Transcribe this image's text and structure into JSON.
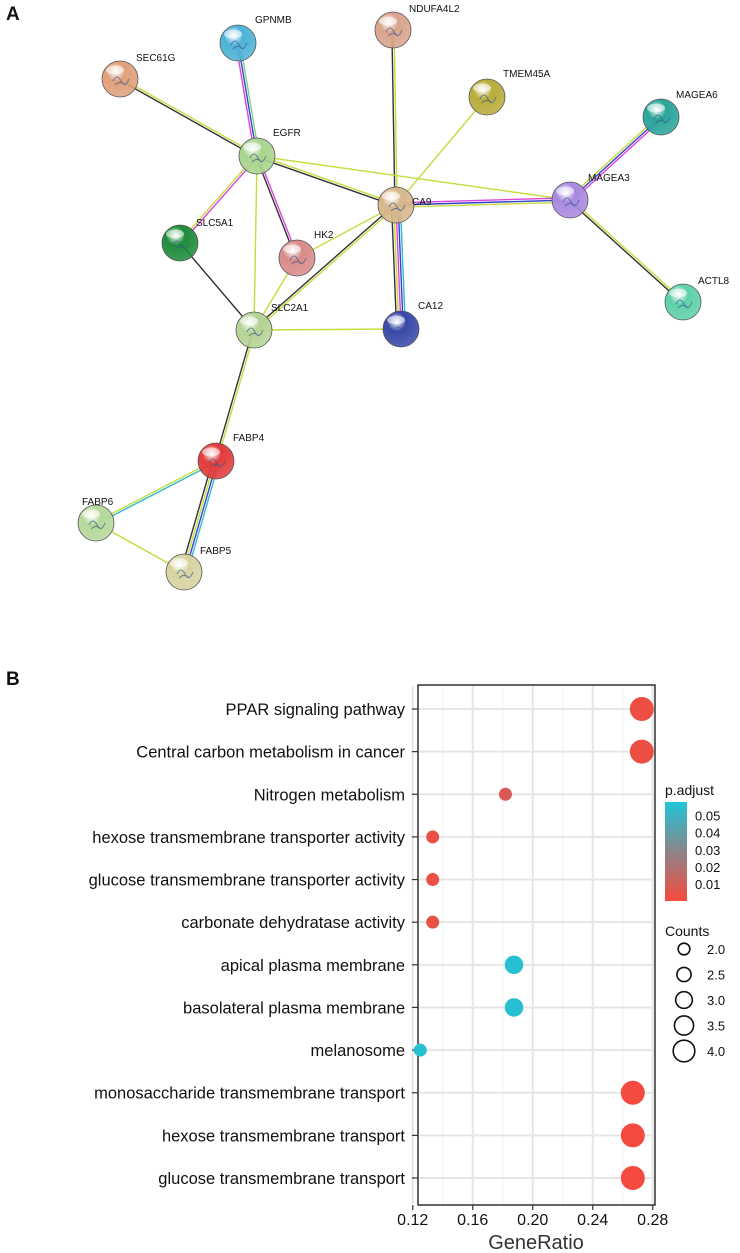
{
  "panel_a": {
    "label": "A",
    "nodes": [
      {
        "id": "GPNMB",
        "label": "GPNMB",
        "color": "#4db3d6"
      },
      {
        "id": "NDUFA4L2",
        "label": "NDUFA4L2",
        "color": "#d9a48c"
      },
      {
        "id": "SEC61G",
        "label": "SEC61G",
        "color": "#e0a07a"
      },
      {
        "id": "TMEM45A",
        "label": "TMEM45A",
        "color": "#b8ac3a"
      },
      {
        "id": "MAGEA6",
        "label": "MAGEA6",
        "color": "#2aa59a"
      },
      {
        "id": "EGFR",
        "label": "EGFR",
        "color": "#a9d58f"
      },
      {
        "id": "CA9",
        "label": "CA9",
        "color": "#d8b78c"
      },
      {
        "id": "MAGEA3",
        "label": "MAGEA3",
        "color": "#a98ae0"
      },
      {
        "id": "SLC5A1",
        "label": "SLC5A1",
        "color": "#1e8c3a"
      },
      {
        "id": "HK2",
        "label": "HK2",
        "color": "#d98a8a"
      },
      {
        "id": "SLC2A1",
        "label": "SLC2A1",
        "color": "#b5d395"
      },
      {
        "id": "CA12",
        "label": "CA12",
        "color": "#3848a8"
      },
      {
        "id": "ACTL8",
        "label": "ACTL8",
        "color": "#5fd0a8"
      },
      {
        "id": "FABP4",
        "label": "FABP4",
        "color": "#e33b3b"
      },
      {
        "id": "FABP6",
        "label": "FABP6",
        "color": "#b5d89a"
      },
      {
        "id": "FABP5",
        "label": "FABP5",
        "color": "#d8d3a0"
      }
    ],
    "edges": [
      {
        "from": "GPNMB",
        "to": "EGFR",
        "colors": [
          "#7fd17f",
          "#3344cc",
          "#dd44dd"
        ]
      },
      {
        "from": "SEC61G",
        "to": "EGFR",
        "colors": [
          "#c6dc3c",
          "#333333"
        ]
      },
      {
        "from": "NDUFA4L2",
        "to": "CA9",
        "colors": [
          "#c6dc3c",
          "#333333"
        ]
      },
      {
        "from": "TMEM45A",
        "to": "CA9",
        "colors": [
          "#c6dc3c"
        ]
      },
      {
        "from": "EGFR",
        "to": "CA9",
        "colors": [
          "#c6dc3c",
          "#333333"
        ]
      },
      {
        "from": "EGFR",
        "to": "MAGEA3",
        "colors": [
          "#c6dc3c"
        ]
      },
      {
        "from": "EGFR",
        "to": "SLC5A1",
        "colors": [
          "#dd44dd",
          "#c6dc3c"
        ]
      },
      {
        "from": "EGFR",
        "to": "HK2",
        "colors": [
          "#dd44dd",
          "#333333"
        ]
      },
      {
        "from": "EGFR",
        "to": "SLC2A1",
        "colors": [
          "#c6dc3c"
        ]
      },
      {
        "from": "CA9",
        "to": "MAGEA3",
        "colors": [
          "#dd44dd",
          "#3344cc",
          "#c6dc3c"
        ]
      },
      {
        "from": "MAGEA6",
        "to": "MAGEA3",
        "colors": [
          "#dd44dd",
          "#3344cc",
          "#c6dc3c"
        ]
      },
      {
        "from": "MAGEA3",
        "to": "ACTL8",
        "colors": [
          "#c6dc3c",
          "#333333"
        ]
      },
      {
        "from": "CA9",
        "to": "CA12",
        "colors": [
          "#33bbcc",
          "#3344cc",
          "#dd44dd",
          "#c6dc3c",
          "#333333"
        ]
      },
      {
        "from": "CA9",
        "to": "HK2",
        "colors": [
          "#c6dc3c"
        ]
      },
      {
        "from": "CA9",
        "to": "SLC2A1",
        "colors": [
          "#c6dc3c",
          "#333333"
        ]
      },
      {
        "from": "HK2",
        "to": "SLC2A1",
        "colors": [
          "#c6dc3c"
        ]
      },
      {
        "from": "SLC5A1",
        "to": "SLC2A1",
        "colors": [
          "#333333"
        ]
      },
      {
        "from": "SLC2A1",
        "to": "CA12",
        "colors": [
          "#c6dc3c"
        ]
      },
      {
        "from": "SLC2A1",
        "to": "FABP4",
        "colors": [
          "#c6dc3c",
          "#333333"
        ]
      },
      {
        "from": "FABP4",
        "to": "FABP6",
        "colors": [
          "#33bbcc",
          "#c6dc3c"
        ]
      },
      {
        "from": "FABP4",
        "to": "FABP5",
        "colors": [
          "#33bbcc",
          "#3344cc",
          "#c6dc3c",
          "#333333"
        ]
      },
      {
        "from": "FABP6",
        "to": "FABP5",
        "colors": [
          "#c6dc3c"
        ]
      }
    ]
  },
  "panel_b": {
    "label": "B",
    "chart_data": {
      "type": "scatter",
      "xlabel": "GeneRatio",
      "xlim": [
        0.12,
        0.28
      ],
      "xticks": [
        0.12,
        0.16,
        0.2,
        0.24,
        0.28
      ],
      "xtick_labels": [
        "0.12",
        "0.16",
        "0.20",
        "0.24",
        "0.28"
      ],
      "grid": true,
      "terms": [
        {
          "label": "PPAR signaling pathway",
          "gene_ratio": 0.2727,
          "count": 4,
          "p_adjust": 0.003
        },
        {
          "label": "Central carbon metabolism in cancer",
          "gene_ratio": 0.2727,
          "count": 4,
          "p_adjust": 0.003
        },
        {
          "label": "Nitrogen metabolism",
          "gene_ratio": 0.1818,
          "count": 2,
          "p_adjust": 0.008
        },
        {
          "label": "hexose transmembrane transporter activity",
          "gene_ratio": 0.1333,
          "count": 2,
          "p_adjust": 0.004
        },
        {
          "label": "glucose transmembrane transporter activity",
          "gene_ratio": 0.1333,
          "count": 2,
          "p_adjust": 0.004
        },
        {
          "label": "carbonate dehydratase activity",
          "gene_ratio": 0.1333,
          "count": 2,
          "p_adjust": 0.004
        },
        {
          "label": "apical plasma membrane",
          "gene_ratio": 0.1875,
          "count": 3,
          "p_adjust": 0.056
        },
        {
          "label": "basolateral plasma membrane",
          "gene_ratio": 0.1875,
          "count": 3,
          "p_adjust": 0.056
        },
        {
          "label": "melanosome",
          "gene_ratio": 0.125,
          "count": 2,
          "p_adjust": 0.056
        },
        {
          "label": "monosaccharide transmembrane transport",
          "gene_ratio": 0.2667,
          "count": 4,
          "p_adjust": 0.001
        },
        {
          "label": "hexose transmembrane transport",
          "gene_ratio": 0.2667,
          "count": 4,
          "p_adjust": 0.001
        },
        {
          "label": "glucose transmembrane transport",
          "gene_ratio": 0.2667,
          "count": 4,
          "p_adjust": 0.001
        }
      ],
      "color_legend": {
        "title": "p.adjust",
        "range": [
          0.0,
          0.058
        ],
        "ticks": [
          0.05,
          0.04,
          0.03,
          0.02,
          0.01
        ],
        "tick_labels": [
          "0.05",
          "0.04",
          "0.03",
          "0.02",
          "0.01"
        ],
        "low_color": "#f8483c",
        "high_color": "#20c4d8"
      },
      "size_legend": {
        "title": "Counts",
        "values": [
          2.0,
          2.5,
          3.0,
          3.5,
          4.0
        ],
        "labels": [
          "2.0",
          "2.5",
          "3.0",
          "3.5",
          "4.0"
        ]
      }
    }
  }
}
